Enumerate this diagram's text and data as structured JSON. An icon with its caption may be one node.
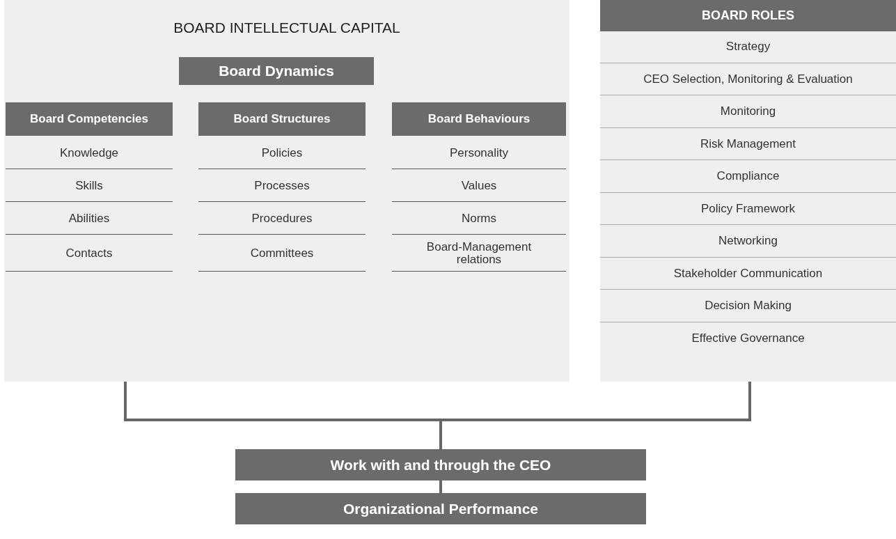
{
  "diagram": {
    "nodes": [
      {
        "text": [
          "BOARD INTELLECTUAL CAPITAL"
        ]
      },
      {
        "text": [
          "Board Dynamics"
        ],
        "in": 0
      },
      {
        "text": [
          "Board Competencies"
        ],
        "in": 0
      },
      {
        "text": [
          "Board Structures"
        ],
        "in": 0
      },
      {
        "text": [
          "Board Behaviours"
        ],
        "in": 0
      },
      {
        "text": [
          "BOARD ROLES"
        ]
      },
      {
        "text": [
          "Work with and through the CEO"
        ]
      },
      {
        "text": [
          "Organizational Performance"
        ]
      }
    ],
    "edges": [
      {
        "from": 0,
        "to": 6,
        "arrow": "none"
      },
      {
        "from": 5,
        "to": 6,
        "arrow": "none"
      },
      {
        "from": 6,
        "to": 7,
        "arrow": "none"
      }
    ],
    "labels": [
      "Knowledge",
      "Policies",
      "Personality",
      "Skills",
      "Processes",
      "Values",
      "Abilities",
      "Procedures",
      "Norms",
      "Contacts",
      "Committees",
      "Board-Management relations",
      "Strategy",
      "CEO Selection, Monitoring & Evaluation",
      "Monitoring",
      "Risk Management",
      "Compliance",
      "Policy Framework",
      "Networking",
      "Stakeholder Communication",
      "Decision Making",
      "Effective Governance"
    ]
  }
}
